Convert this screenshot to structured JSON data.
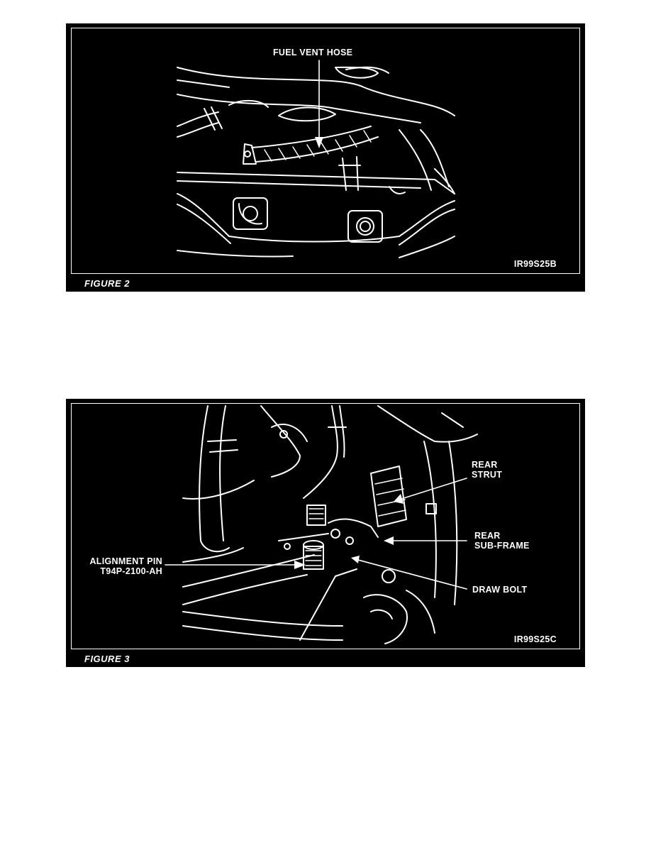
{
  "figure2": {
    "caption": "FIGURE 2",
    "code": "IR99S25B",
    "labels": {
      "fuel_vent_hose": "FUEL VENT HOSE"
    }
  },
  "figure3": {
    "caption": "FIGURE 3",
    "code": "IR99S25C",
    "labels": {
      "rear_strut_1": "REAR",
      "rear_strut_2": "STRUT",
      "rear_subframe_1": "REAR",
      "rear_subframe_2": "SUB-FRAME",
      "alignment_pin_1": "ALIGNMENT PIN",
      "alignment_pin_2": "T94P-2100-AH",
      "draw_bolt": "DRAW BOLT"
    }
  },
  "colors": {
    "background": "#000000",
    "lines": "#ffffff",
    "page": "#ffffff"
  }
}
